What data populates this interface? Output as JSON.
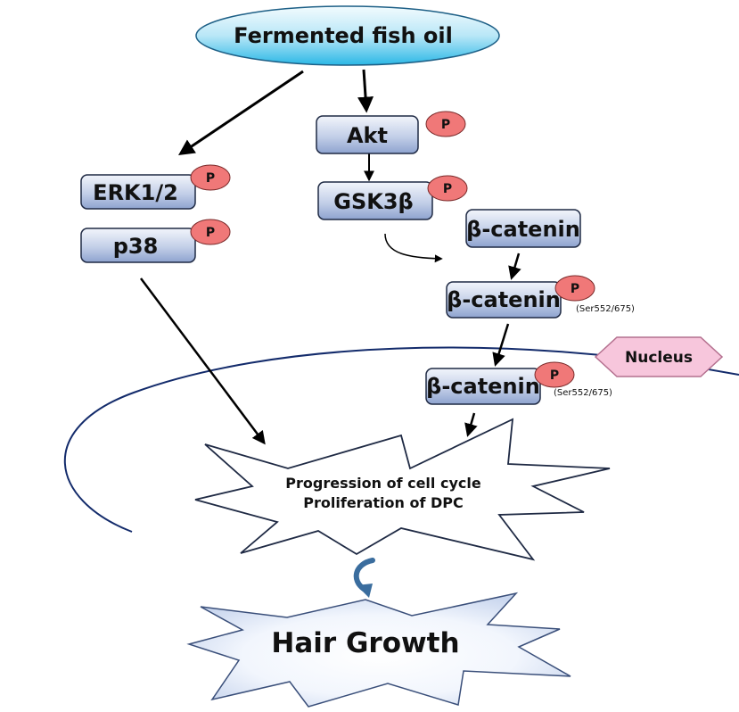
{
  "source": {
    "label": "Fermented fish oil"
  },
  "proteins": {
    "akt": "Akt",
    "gsk3b": "GSK3β",
    "erk": "ERK1/2",
    "p38": "p38",
    "bcatenin": "β-catenin",
    "bcatenin_p": "β-catenin",
    "bcatenin_nuclear": "β-catenin"
  },
  "phospho": {
    "symbol": "P"
  },
  "site": {
    "label": "(Ser552/675)"
  },
  "nucleus": {
    "label": "Nucleus"
  },
  "outcome": {
    "line1": "Progression of cell cycle",
    "line2": "Proliferation of DPC"
  },
  "result": {
    "label": "Hair Growth"
  },
  "colors": {
    "box_top": "#e8eef8",
    "box_bottom": "#8ea3cf",
    "box_border": "#1f2a44",
    "phospho_fill": "#f07878",
    "ellipse_light": "#e6f7fc",
    "ellipse_dark": "#2bb8e6",
    "nucleus_fill": "#f7c6dc",
    "nucleus_border": "#b4708f",
    "membrane": "#132b6b",
    "curved_arrow": "#3a6d9e"
  }
}
